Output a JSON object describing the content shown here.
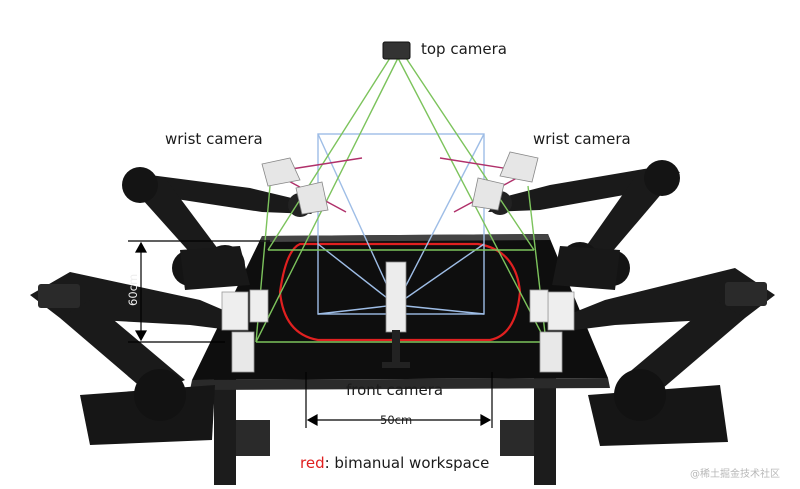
{
  "labels": {
    "top_camera": "top camera",
    "wrist_camera_left": "wrist camera",
    "wrist_camera_right": "wrist camera",
    "front_camera": "front camera",
    "dim_vertical": "60cm",
    "dim_horizontal": "50cm",
    "legend_key": "red",
    "legend_text": ": bimanual workspace",
    "watermark": "@稀土掘金技术社区"
  },
  "colors": {
    "workspace": "#e02020",
    "top_camera_fov": "#7cc35c",
    "front_camera_fov": "#9ebde6",
    "wrist_camera_fov": "#b0306a",
    "robot": "#1a1a1a",
    "gripper": "#eeeeee"
  },
  "icons": [
    "camera-icon",
    "robot-arm-icon",
    "gripper-icon"
  ]
}
